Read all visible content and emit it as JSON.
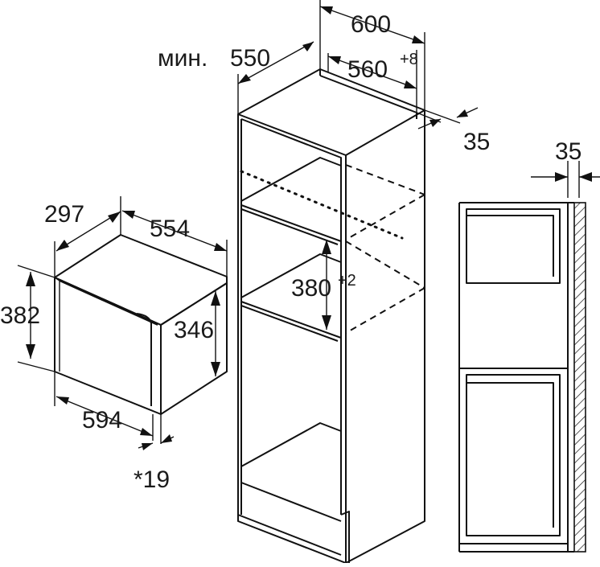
{
  "microwave": {
    "depth": "297",
    "width": "554",
    "height": "382",
    "inner_height": "346",
    "front_width": "594",
    "front_offset": "*19"
  },
  "cabinet": {
    "min_label": "мин.",
    "min_depth": "550",
    "width": "600",
    "niche_width": "560",
    "niche_width_tolerance": "+8",
    "niche_height": "380",
    "niche_height_tolerance": "+2",
    "back_gap": "35"
  },
  "side_view": {
    "gap": "35"
  }
}
